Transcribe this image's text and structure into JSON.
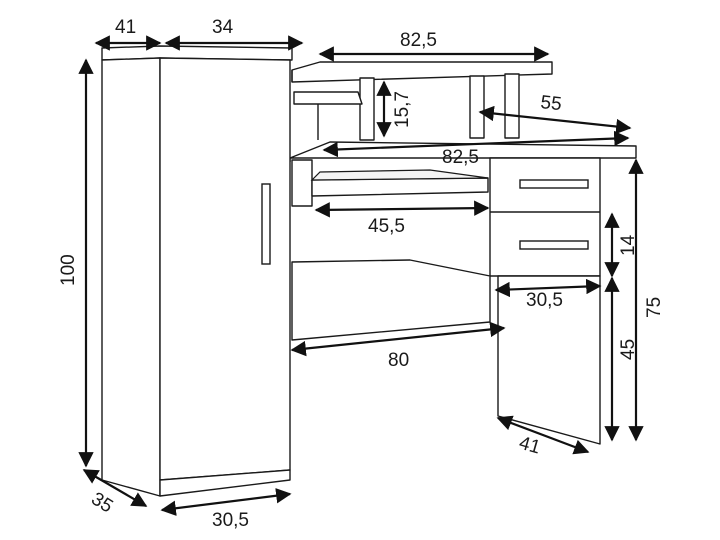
{
  "diagram": {
    "subject": "desk with tall cabinet, drawers and keyboard tray",
    "units_shown": false,
    "line_color": "#1a1a1a",
    "background": "#ffffff",
    "dimensions": {
      "cabinet_depth_top": "41",
      "cabinet_door_width": "34",
      "top_shelf_width": "82,5",
      "shelf_height": "15,7",
      "shelf_depth": "55",
      "desktop_width": "82,5",
      "keyboard_tray_width": "45,5",
      "drawer_height": "14",
      "drawer_unit_width": "30,5",
      "total_desk_height": "75",
      "knee_height": "45",
      "knee_width": "80",
      "side_panel_depth": "41",
      "total_height": "100",
      "cabinet_depth_bottom": "35",
      "cabinet_width_bottom": "30,5"
    }
  }
}
